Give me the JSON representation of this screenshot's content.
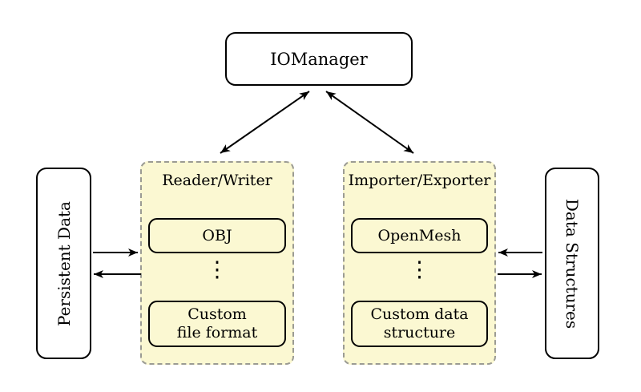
{
  "diagram": {
    "iomanager": {
      "label": "IOManager"
    },
    "persistent_data": {
      "label": "Persistent Data"
    },
    "data_structures": {
      "label": "Data Structures"
    },
    "reader_writer": {
      "title": "Reader/Writer",
      "dots": "⋮",
      "nodes": [
        {
          "lines": [
            "OBJ",
            ""
          ]
        },
        {
          "lines": [
            "Custom",
            "file format"
          ]
        }
      ]
    },
    "importer_exporter": {
      "title": "Importer/Exporter",
      "dots": "⋮",
      "nodes": [
        {
          "lines": [
            "OpenMesh",
            ""
          ]
        },
        {
          "lines": [
            "Custom data",
            "structure"
          ]
        }
      ]
    },
    "connections": [
      "IOManager <-> Reader/Writer",
      "IOManager <-> Importer/Exporter",
      "Persistent Data -> Reader/Writer",
      "Reader/Writer -> Persistent Data",
      "Data Structures -> Importer/Exporter",
      "Importer/Exporter -> Data Structures"
    ],
    "colors": {
      "panel_fill": "#FBF8D2",
      "panel_border": "#9B9B93",
      "node_border": "#000000",
      "node_fill": "#FFFFFF",
      "arrow": "#000000",
      "background": "#FFFFFF"
    }
  }
}
